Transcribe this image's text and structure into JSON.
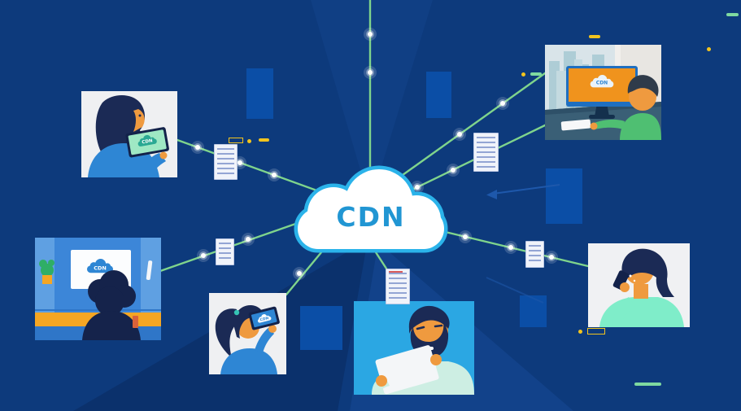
{
  "cloud": {
    "label": "CDN",
    "fill": "#ffffff",
    "border_color": "#2bb3ea",
    "label_color": "#2196d3"
  },
  "devices": {
    "tablet_screen_label": "CDN",
    "monitor_screen_label": "CDN",
    "wall_screen_label": "CDN",
    "phone_screen_label": "CDN"
  },
  "colors": {
    "background": "#0d3a7c",
    "network_line_green": "#7fd48c",
    "node_dot": "#ffffff",
    "accent_yellow": "#f2c41e",
    "accent_mint": "#7ed9a0",
    "panel_blue": "#0b4ea6",
    "document_stripe": "#93a5d4",
    "skin_orange": "#ef9a3f",
    "hair_navy": "#1b2a55",
    "mint_sweater": "#7fedc9",
    "monitor_screen_orange": "#f0931d",
    "shirt_green": "#4fbf72",
    "desk_yellow": "#f5a623",
    "clothing_blue": "#2e86d4"
  },
  "icons": {
    "center": "cdn-cloud-icon",
    "packets": "data-document-icon",
    "nodes": "network-node-dot-icon"
  },
  "illustrations": [
    {
      "name": "woman-viewing-tablet"
    },
    {
      "name": "man-at-desktop"
    },
    {
      "name": "woman-watching-wall-screen"
    },
    {
      "name": "woman-holding-phone-up"
    },
    {
      "name": "man-reading-tablet"
    },
    {
      "name": "woman-talking-on-phone"
    }
  ]
}
